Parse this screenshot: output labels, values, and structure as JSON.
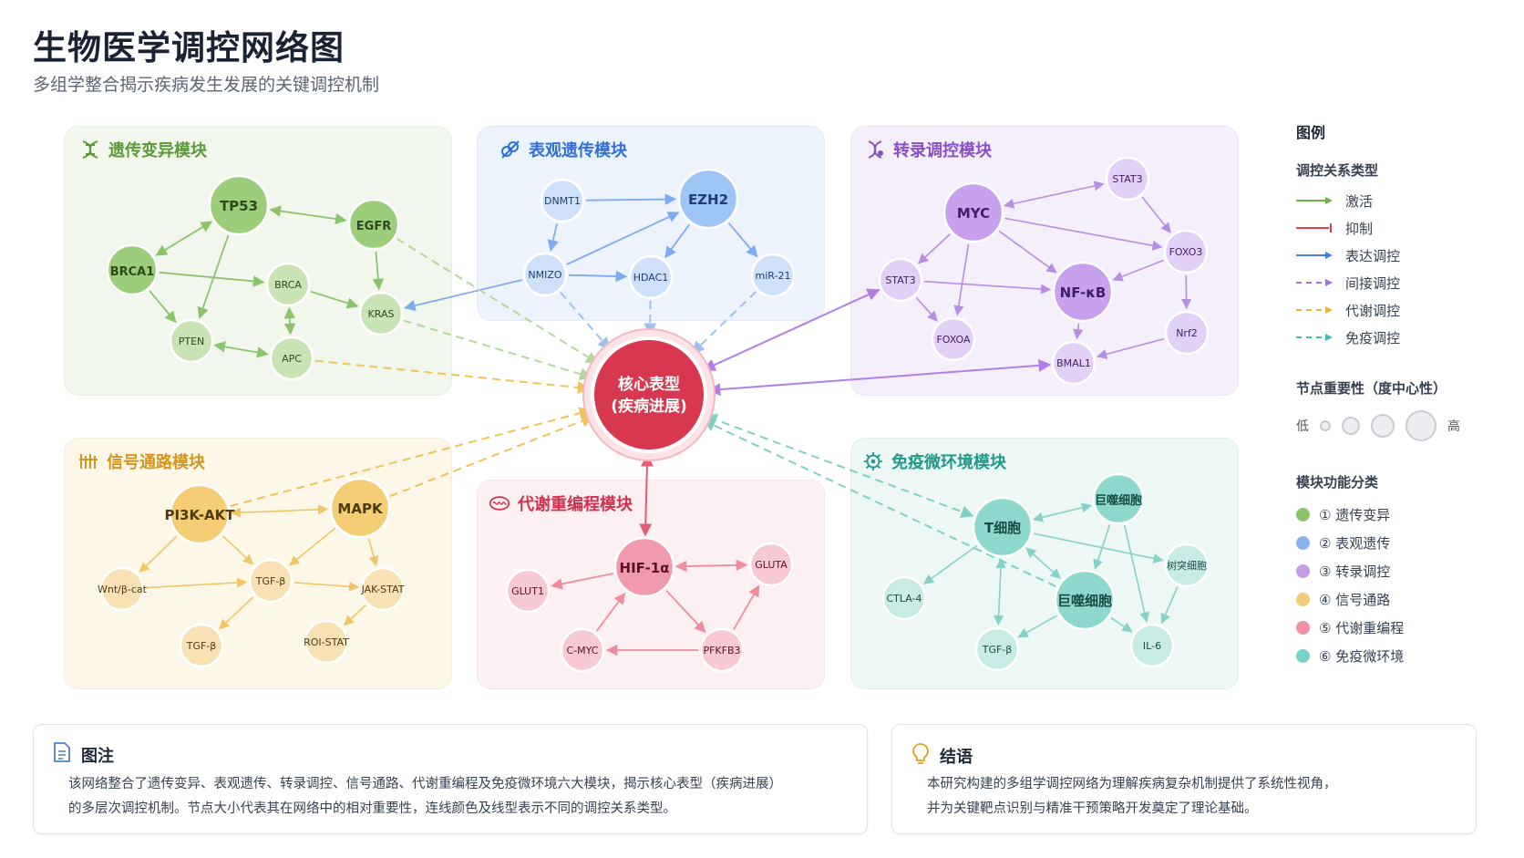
{
  "header": {
    "title": "生物医学调控网络图",
    "subtitle": "多组学整合揭示疾病发生发展的关键调控机制"
  },
  "modules": [
    {
      "key": "genetic",
      "title": "遗传变异模块",
      "color": "#5b9a36",
      "bg": "#f1f7ec",
      "icon": "dna-icon"
    },
    {
      "key": "epigenetic",
      "title": "表观遗传模块",
      "color": "#2f6fdc",
      "bg": "#edf3fc",
      "icon": "chromatin-icon"
    },
    {
      "key": "transcription",
      "title": "转录调控模块",
      "color": "#8a4fc8",
      "bg": "#f4effb",
      "icon": "dna-helix-icon"
    },
    {
      "key": "signaling",
      "title": "信号通路模块",
      "color": "#d4951c",
      "bg": "#fdf7ea",
      "icon": "pathway-icon"
    },
    {
      "key": "metabolic",
      "title": "代谢重编程模块",
      "color": "#d3304d",
      "bg": "#fcf0f3",
      "icon": "mitochondria-icon"
    },
    {
      "key": "immune",
      "title": "免疫微环境模块",
      "color": "#1e9a8c",
      "bg": "#ecf7f6",
      "icon": "immune-cell-icon"
    }
  ],
  "core": {
    "line1": "核心表型",
    "line2": "(疾病进展)",
    "color": "#d7384f"
  },
  "nodes": [
    {
      "id": "TP53",
      "label": "TP53",
      "m": "genetic",
      "size": "lg"
    },
    {
      "id": "EGFR",
      "label": "EGFR",
      "m": "genetic",
      "size": "md"
    },
    {
      "id": "BRCA1",
      "label": "BRCA1",
      "m": "genetic",
      "size": "md"
    },
    {
      "id": "BRCA",
      "label": "BRCA",
      "m": "genetic",
      "size": "sm"
    },
    {
      "id": "KRAS",
      "label": "KRAS",
      "m": "genetic",
      "size": "sm"
    },
    {
      "id": "PTEN",
      "label": "PTEN",
      "m": "genetic",
      "size": "sm"
    },
    {
      "id": "APC",
      "label": "APC",
      "m": "genetic",
      "size": "sm"
    },
    {
      "id": "DNMT1",
      "label": "DNMT1",
      "m": "epigenetic",
      "size": "sm"
    },
    {
      "id": "EZH2",
      "label": "EZH2",
      "m": "epigenetic",
      "size": "lg"
    },
    {
      "id": "MIZO",
      "label": "NMIZO",
      "m": "epigenetic",
      "size": "sm"
    },
    {
      "id": "HDAC1",
      "label": "HDAC1",
      "m": "epigenetic",
      "size": "sm"
    },
    {
      "id": "MIR21",
      "label": "miR-21",
      "m": "epigenetic",
      "size": "sm"
    },
    {
      "id": "MYC",
      "label": "MYC",
      "m": "transcription",
      "size": "lg"
    },
    {
      "id": "STAT3",
      "label": "STAT3",
      "m": "transcription",
      "size": "sm"
    },
    {
      "id": "FOXO3",
      "label": "FOXO3",
      "m": "transcription",
      "size": "sm"
    },
    {
      "id": "STATb",
      "label": "STAT3",
      "m": "transcription",
      "size": "sm"
    },
    {
      "id": "NFKB",
      "label": "NF-κB",
      "m": "transcription",
      "size": "lg"
    },
    {
      "id": "FOXOA",
      "label": "FOXOA",
      "m": "transcription",
      "size": "sm"
    },
    {
      "id": "NRF2",
      "label": "Nrf2",
      "m": "transcription",
      "size": "sm"
    },
    {
      "id": "BMAL",
      "label": "BMAL1",
      "m": "transcription",
      "size": "sm"
    },
    {
      "id": "PI3K",
      "label": "PI3K-AKT",
      "m": "signaling",
      "size": "lg"
    },
    {
      "id": "MAPK",
      "label": "MAPK",
      "m": "signaling",
      "size": "lg"
    },
    {
      "id": "WNT1",
      "label": "Wnt/β-cat",
      "m": "signaling",
      "size": "sm"
    },
    {
      "id": "TGFA",
      "label": "TGF-β",
      "m": "signaling",
      "size": "sm"
    },
    {
      "id": "JAK",
      "label": "JAK-STAT",
      "m": "signaling",
      "size": "sm"
    },
    {
      "id": "TGFB",
      "label": "TGF-β",
      "m": "signaling",
      "size": "sm"
    },
    {
      "id": "RSTAT",
      "label": "ROI-STAT",
      "m": "signaling",
      "size": "sm"
    },
    {
      "id": "HIF",
      "label": "HIF-1α",
      "m": "metabolic",
      "size": "lg"
    },
    {
      "id": "GLUT1",
      "label": "GLUT1",
      "m": "metabolic",
      "size": "sm"
    },
    {
      "id": "GLUTA",
      "label": "GLUTA",
      "m": "metabolic",
      "size": "sm"
    },
    {
      "id": "CMYC",
      "label": "C-MYC",
      "m": "metabolic",
      "size": "sm"
    },
    {
      "id": "PFKFB3",
      "label": "PFKFB3",
      "m": "metabolic",
      "size": "sm"
    },
    {
      "id": "TCELL",
      "label": "T细胞",
      "m": "immune",
      "size": "lg"
    },
    {
      "id": "MACRO1",
      "label": "巨噬细胞",
      "m": "immune",
      "size": "md"
    },
    {
      "id": "DC",
      "label": "树突细胞",
      "m": "immune",
      "size": "sm"
    },
    {
      "id": "CTLA4",
      "label": "CTLA-4",
      "m": "immune",
      "size": "sm"
    },
    {
      "id": "MACRO2",
      "label": "巨噬细胞",
      "m": "immune",
      "size": "lg"
    },
    {
      "id": "TGFI",
      "label": "TGF-β",
      "m": "immune",
      "size": "sm"
    },
    {
      "id": "IL6",
      "label": "IL-6",
      "m": "immune",
      "size": "sm"
    }
  ],
  "edges": [
    {
      "a": "TP53",
      "b": "BRCA1",
      "t": "act",
      "bi": true
    },
    {
      "a": "TP53",
      "b": "EGFR",
      "t": "act",
      "bi": true
    },
    {
      "a": "TP53",
      "b": "PTEN",
      "t": "act"
    },
    {
      "a": "BRCA1",
      "b": "PTEN",
      "t": "act"
    },
    {
      "a": "BRCA1",
      "b": "BRCA",
      "t": "act"
    },
    {
      "a": "EGFR",
      "b": "KRAS",
      "t": "act"
    },
    {
      "a": "BRCA",
      "b": "KRAS",
      "t": "act"
    },
    {
      "a": "BRCA",
      "b": "APC",
      "t": "act",
      "bi": true
    },
    {
      "a": "PTEN",
      "b": "APC",
      "t": "act",
      "bi": true
    },
    {
      "a": "DNMT1",
      "b": "EZH2",
      "t": "expr"
    },
    {
      "a": "DNMT1",
      "b": "MIZO",
      "t": "expr"
    },
    {
      "a": "MIZO",
      "b": "EZH2",
      "t": "expr"
    },
    {
      "a": "EZH2",
      "b": "HDAC1",
      "t": "expr"
    },
    {
      "a": "EZH2",
      "b": "MIR21",
      "t": "expr"
    },
    {
      "a": "MIZO",
      "b": "KRAS",
      "t": "expr"
    },
    {
      "a": "MIZO",
      "b": "HDAC1",
      "t": "expr"
    },
    {
      "a": "MYC",
      "b": "STAT3",
      "t": "ind",
      "bi": true
    },
    {
      "a": "MYC",
      "b": "NFKB",
      "t": "ind"
    },
    {
      "a": "MYC",
      "b": "STATb",
      "t": "ind"
    },
    {
      "a": "MYC",
      "b": "FOXOA",
      "t": "ind"
    },
    {
      "a": "MYC",
      "b": "FOXO3",
      "t": "ind"
    },
    {
      "a": "STAT3",
      "b": "FOXO3",
      "t": "ind"
    },
    {
      "a": "FOXO3",
      "b": "NRF2",
      "t": "ind"
    },
    {
      "a": "FOXO3",
      "b": "NFKB",
      "t": "ind"
    },
    {
      "a": "STATb",
      "b": "NFKB",
      "t": "ind"
    },
    {
      "a": "STATb",
      "b": "FOXOA",
      "t": "ind"
    },
    {
      "a": "NFKB",
      "b": "BMAL",
      "t": "ind"
    },
    {
      "a": "NRF2",
      "b": "BMAL",
      "t": "ind"
    },
    {
      "a": "PI3K",
      "b": "MAPK",
      "t": "met",
      "bi": true
    },
    {
      "a": "PI3K",
      "b": "TGFA",
      "t": "met"
    },
    {
      "a": "PI3K",
      "b": "WNT1",
      "t": "met"
    },
    {
      "a": "MAPK",
      "b": "TGFA",
      "t": "met"
    },
    {
      "a": "MAPK",
      "b": "JAK",
      "t": "met"
    },
    {
      "a": "WNT1",
      "b": "TGFA",
      "t": "met"
    },
    {
      "a": "TGFA",
      "b": "JAK",
      "t": "met"
    },
    {
      "a": "TGFA",
      "b": "TGFB",
      "t": "met"
    },
    {
      "a": "JAK",
      "b": "RSTAT",
      "t": "met"
    },
    {
      "a": "HIF",
      "b": "GLUT1",
      "t": "inh"
    },
    {
      "a": "HIF",
      "b": "GLUTA",
      "t": "inh",
      "bi": true
    },
    {
      "a": "CMYC",
      "b": "HIF",
      "t": "inh"
    },
    {
      "a": "PFKFB3",
      "b": "CMYC",
      "t": "inh"
    },
    {
      "a": "PFKFB3",
      "b": "GLUTA",
      "t": "inh"
    },
    {
      "a": "HIF",
      "b": "PFKFB3",
      "t": "inh"
    },
    {
      "a": "TCELL",
      "b": "MACRO1",
      "t": "imm",
      "bi": true
    },
    {
      "a": "TCELL",
      "b": "DC",
      "t": "imm"
    },
    {
      "a": "TCELL",
      "b": "MACRO2",
      "t": "imm",
      "bi": true
    },
    {
      "a": "TCELL",
      "b": "TGFI",
      "t": "imm",
      "bi": true
    },
    {
      "a": "TCELL",
      "b": "CTLA4",
      "t": "imm"
    },
    {
      "a": "MACRO1",
      "b": "MACRO2",
      "t": "imm"
    },
    {
      "a": "MACRO1",
      "b": "IL6",
      "t": "imm"
    },
    {
      "a": "DC",
      "b": "IL6",
      "t": "imm"
    },
    {
      "a": "MACRO2",
      "b": "IL6",
      "t": "imm"
    },
    {
      "a": "MACRO2",
      "b": "TGFI",
      "t": "imm"
    },
    {
      "a": "EGFR",
      "b": "CORE",
      "t": "long",
      "m": "genetic"
    },
    {
      "a": "KRAS",
      "b": "CORE",
      "t": "long",
      "m": "genetic"
    },
    {
      "a": "APC",
      "b": "CORE",
      "t": "long",
      "m": "signaling"
    },
    {
      "a": "MIZO",
      "b": "CORE",
      "t": "long",
      "m": "epigenetic"
    },
    {
      "a": "HDAC1",
      "b": "CORE",
      "t": "long",
      "m": "epigenetic"
    },
    {
      "a": "MIR21",
      "b": "CORE",
      "t": "long",
      "m": "epigenetic"
    },
    {
      "a": "STATb",
      "b": "CORE",
      "t": "long",
      "m": "transcription",
      "bi": true
    },
    {
      "a": "BMAL",
      "b": "CORE",
      "t": "long",
      "m": "transcription",
      "bi": true
    },
    {
      "a": "MAPK",
      "b": "CORE",
      "t": "long",
      "m": "signaling"
    },
    {
      "a": "PI3K",
      "b": "CORE",
      "t": "long",
      "m": "signaling"
    },
    {
      "a": "HIF",
      "b": "CORE",
      "t": "long",
      "m": "metabolic",
      "bi": true
    },
    {
      "a": "TCELL",
      "b": "CORE",
      "t": "long",
      "m": "immune",
      "bi": true
    },
    {
      "a": "MACRO2",
      "b": "CORE",
      "t": "long",
      "m": "immune"
    }
  ],
  "legend": {
    "title": "图例",
    "rel_title": "调控关系类型",
    "relations": [
      {
        "label": "激活",
        "color": "#6cb04a",
        "dash": "none",
        "marker": "arrow"
      },
      {
        "label": "抑制",
        "color": "#e0424d",
        "dash": "none",
        "marker": "bar"
      },
      {
        "label": "表达调控",
        "color": "#3f7ee8",
        "dash": "none",
        "marker": "arrow"
      },
      {
        "label": "间接调控",
        "color": "#a46de0",
        "dash": "6,5",
        "marker": "arrow"
      },
      {
        "label": "代谢调控",
        "color": "#f0b13a",
        "dash": "6,5",
        "marker": "arrow"
      },
      {
        "label": "免疫调控",
        "color": "#3fbfb0",
        "dash": "6,5",
        "marker": "arrow"
      }
    ],
    "imp_title": "节点重要性（度中心性）",
    "imp_low": "低",
    "imp_high": "高",
    "cat_title": "模块功能分类",
    "categories": [
      {
        "label": "① 遗传变异",
        "color": "#8bc46a"
      },
      {
        "label": "② 表观遗传",
        "color": "#8ab4f0"
      },
      {
        "label": "③ 转录调控",
        "color": "#c29be9"
      },
      {
        "label": "④ 信号通路",
        "color": "#f2cc7a"
      },
      {
        "label": "⑤ 代谢重编程",
        "color": "#f08fa3"
      },
      {
        "label": "⑥ 免疫微环境",
        "color": "#7ad2c6"
      }
    ]
  },
  "notes": {
    "title": "图注",
    "line1": "该网络整合了遗传变异、表观遗传、转录调控、信号通路、代谢重编程及免疫微环境六大模块，揭示核心表型（疾病进展）",
    "line2": "的多层次调控机制。节点大小代表其在网络中的相对重要性，连线颜色及线型表示不同的调控关系类型。"
  },
  "conclusion": {
    "title": "结语",
    "line1": "本研究构建的多组学调控网络为理解疾病复杂机制提供了系统性视角，",
    "line2": "并为关键靶点识别与精准干预策略开发奠定了理论基础。"
  }
}
